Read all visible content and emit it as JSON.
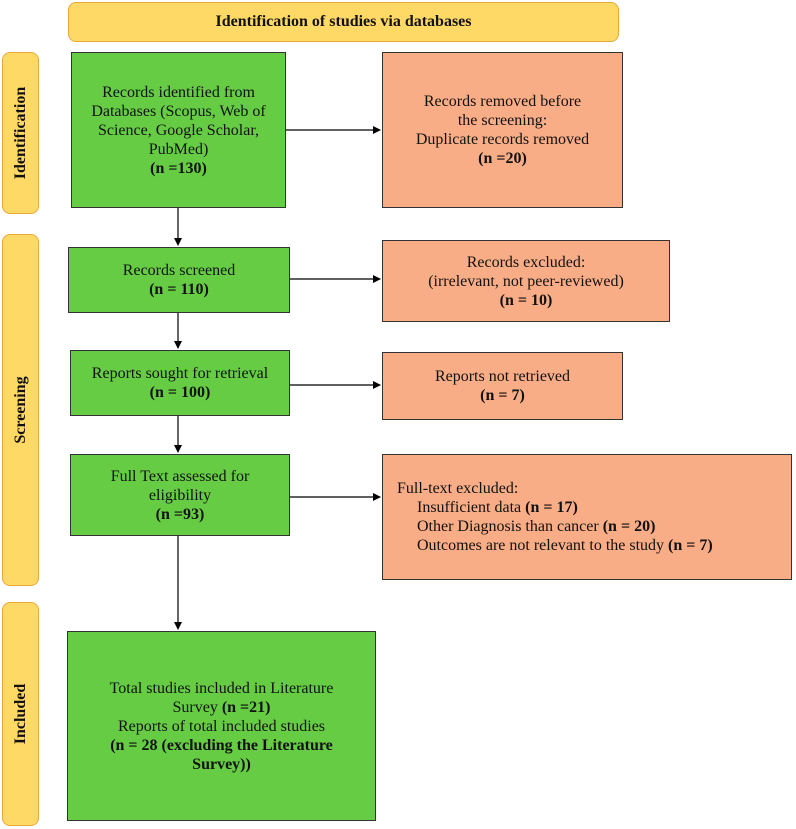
{
  "header": "Identification of studies via databases",
  "phases": {
    "identification": "Identification",
    "screening": "Screening",
    "included": "Included"
  },
  "records_identified": {
    "lines": [
      "Records identified from",
      "Databases (Scopus, Web of",
      "Science, Google Scholar,",
      "PubMed)"
    ],
    "count": "(n =130)"
  },
  "records_removed": {
    "lines": [
      "Records removed before",
      "the screening:",
      "Duplicate records removed"
    ],
    "count": "(n =20)"
  },
  "records_screened": {
    "label": "Records screened",
    "count": "(n = 110)"
  },
  "records_excluded": {
    "lines": [
      "Records excluded:",
      "(irrelevant, not peer-reviewed)"
    ],
    "count": "(n = 10)"
  },
  "reports_sought": {
    "label": "Reports sought for retrieval",
    "count": "(n = 100)"
  },
  "reports_not_retrieved": {
    "label": "Reports not retrieved",
    "count": "(n = 7)"
  },
  "full_text_assessed": {
    "lines": [
      "Full Text assessed for",
      "eligibility"
    ],
    "count": "(n =93)"
  },
  "full_text_excluded": {
    "title": "Full-text excluded:",
    "items": [
      {
        "text": "Insufficient data ",
        "count": "(n = 17)"
      },
      {
        "text": "Other Diagnosis than cancer ",
        "count": "(n = 20)"
      },
      {
        "text": "Outcomes are not relevant to the study ",
        "count": "(n = 7)"
      }
    ]
  },
  "included": {
    "line1": "Total studies included in Literature",
    "line2_text": "Survey ",
    "line2_count": "(n =21)",
    "line3": "Reports of total included studies",
    "line4": "(n = 28 (excluding the Literature",
    "line5": "Survey))"
  },
  "colors": {
    "green": "#66cc44",
    "salmon": "#f9ad86",
    "header_fill": "#ffd966",
    "header_border": "#e8a93a"
  }
}
